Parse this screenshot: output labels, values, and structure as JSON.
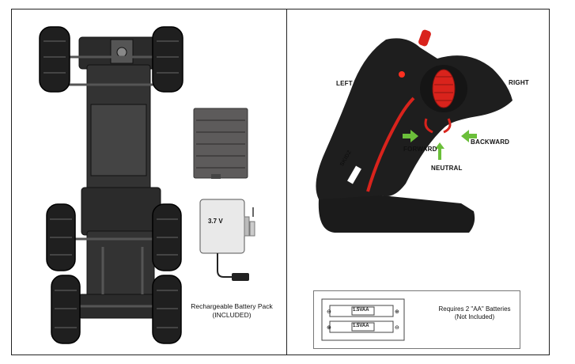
{
  "left_panel": {
    "battery_voltage": "3.7 V",
    "battery_caption_line1": "Rechargeable Battery Pack",
    "battery_caption_line2": "(INCLUDED)"
  },
  "right_panel": {
    "labels": {
      "left": "LEFT",
      "right": "RIGHT",
      "forward": "FORWARD",
      "backward": "BACKWARD",
      "neutral": "NEUTRAL"
    },
    "brand": "SKIDZ",
    "battery_note_line1": "Requires 2 \"AA\" Batteries",
    "battery_note_line2": "(Not Included)",
    "cell_label_top": "1.5VAA",
    "cell_label_bottom": "1.5VAA"
  },
  "colors": {
    "accent_red": "#d9231c",
    "arrow_green": "#6bbf3a",
    "body_dark": "#1b1b1b"
  }
}
